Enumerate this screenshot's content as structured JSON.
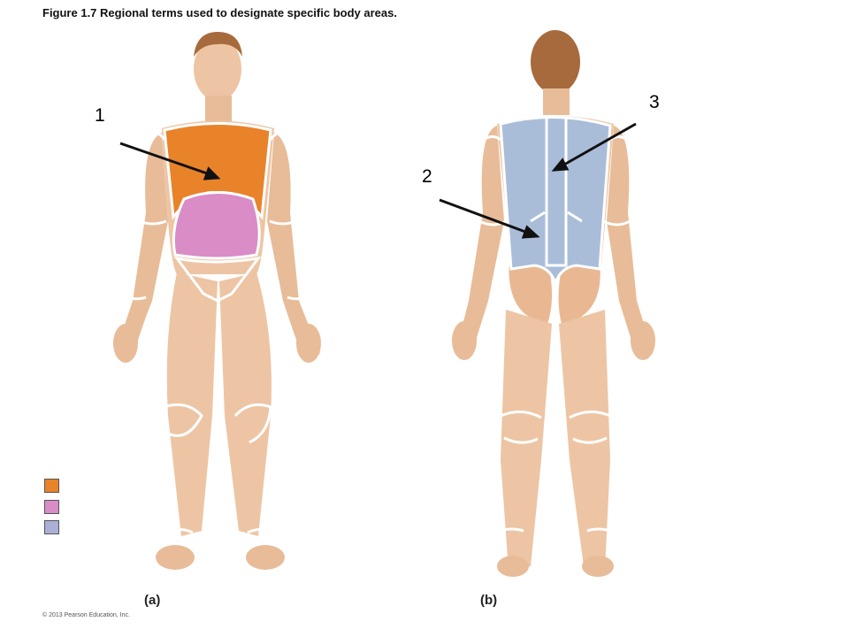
{
  "title": "Figure 1.7  Regional terms used to designate specific body areas.",
  "panels": {
    "a_label": "(a)",
    "b_label": "(b)"
  },
  "callouts": [
    "1",
    "2",
    "3"
  ],
  "legend": {
    "colors": [
      "#E8832A",
      "#D98CC6",
      "#A9AFD6"
    ]
  },
  "region_colors": {
    "thoracic": "#E8832A",
    "abdominal": "#D98CC6",
    "back": "#A9BDD9",
    "skin": "#EDC5A4",
    "outline": "#ffffff",
    "hair": "#A76A3C"
  },
  "copyright": "© 2013 Pearson Education, Inc."
}
